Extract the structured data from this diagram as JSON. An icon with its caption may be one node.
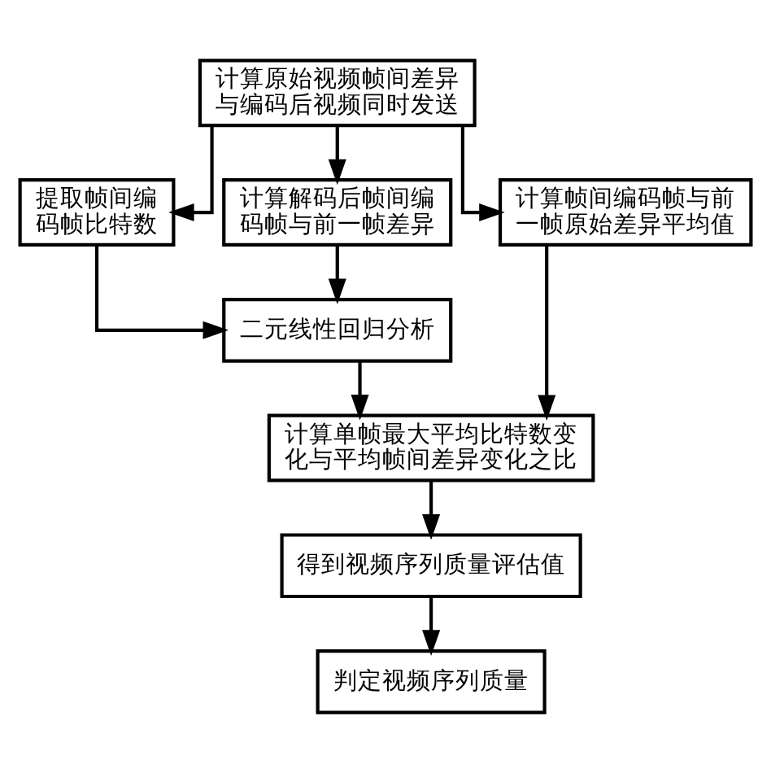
{
  "diagram": {
    "nodes": [
      {
        "text": [
          "计算原始视频帧间差异与编码后视频同时发送"
        ]
      },
      {
        "text": [
          "提取帧间编码帧比特数"
        ]
      },
      {
        "text": [
          "计算解码后帧间编码帧与前一帧差异"
        ]
      },
      {
        "text": [
          "计算帧间编码帧与前一帧原始差异平均值"
        ]
      },
      {
        "text": [
          "二元线性回归分析"
        ]
      },
      {
        "text": [
          "计算单帧最大平均比特数变化与平均帧间差异变化之比"
        ]
      },
      {
        "text": [
          "得到视频序列质量评估值"
        ]
      },
      {
        "text": [
          "判定视频序列质量"
        ]
      }
    ],
    "edges": [
      {
        "from": 0,
        "to": 1,
        "arrow": "to"
      },
      {
        "from": 0,
        "to": 2,
        "arrow": "to"
      },
      {
        "from": 0,
        "to": 3,
        "arrow": "to"
      },
      {
        "from": 1,
        "to": 4,
        "arrow": "to"
      },
      {
        "from": 2,
        "to": 4,
        "arrow": "to"
      },
      {
        "from": 4,
        "to": 5,
        "arrow": "to"
      },
      {
        "from": 3,
        "to": 5,
        "arrow": "to"
      },
      {
        "from": 5,
        "to": 6,
        "arrow": "to"
      },
      {
        "from": 6,
        "to": 7,
        "arrow": "to"
      }
    ]
  }
}
